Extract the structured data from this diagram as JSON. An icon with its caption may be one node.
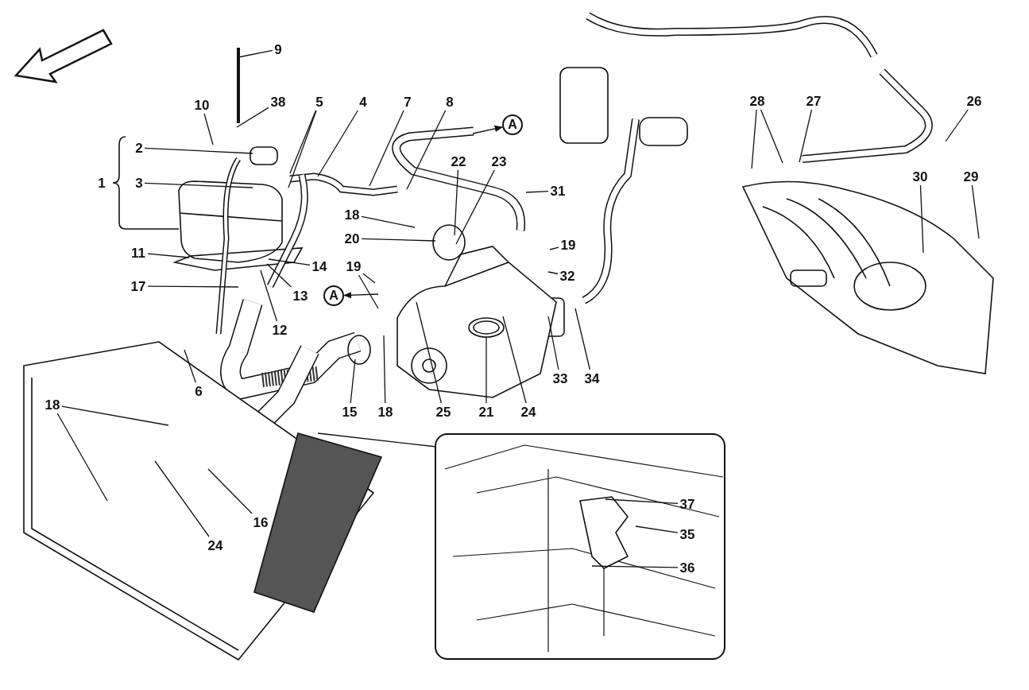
{
  "diagram": {
    "nodes": [
      {
        "text": [
          "1"
        ]
      },
      {
        "text": [
          "2"
        ]
      },
      {
        "text": [
          "3"
        ]
      },
      {
        "text": [
          "9"
        ]
      },
      {
        "text": [
          "10"
        ]
      },
      {
        "text": [
          "38"
        ]
      },
      {
        "text": [
          "5"
        ]
      },
      {
        "text": [
          "4"
        ]
      },
      {
        "text": [
          "7"
        ]
      },
      {
        "text": [
          "8"
        ]
      },
      {
        "text": [
          "A"
        ]
      },
      {
        "text": [
          "22"
        ]
      },
      {
        "text": [
          "23"
        ]
      },
      {
        "text": [
          "28"
        ]
      },
      {
        "text": [
          "27"
        ]
      },
      {
        "text": [
          "26"
        ]
      },
      {
        "text": [
          "30"
        ]
      },
      {
        "text": [
          "29"
        ]
      },
      {
        "text": [
          "18"
        ]
      },
      {
        "text": [
          "31"
        ]
      },
      {
        "text": [
          "20"
        ]
      },
      {
        "text": [
          "19"
        ]
      },
      {
        "text": [
          "11"
        ]
      },
      {
        "text": [
          "14"
        ]
      },
      {
        "text": [
          "19"
        ]
      },
      {
        "text": [
          "32"
        ]
      },
      {
        "text": [
          "17"
        ]
      },
      {
        "text": [
          "13"
        ]
      },
      {
        "text": [
          "A"
        ]
      },
      {
        "text": [
          "12"
        ]
      },
      {
        "text": [
          "33"
        ]
      },
      {
        "text": [
          "34"
        ]
      },
      {
        "text": [
          "6"
        ]
      },
      {
        "text": [
          "18"
        ]
      },
      {
        "text": [
          "15"
        ]
      },
      {
        "text": [
          "18"
        ]
      },
      {
        "text": [
          "25"
        ]
      },
      {
        "text": [
          "21"
        ]
      },
      {
        "text": [
          "24"
        ]
      },
      {
        "text": [],
        "shape": "box"
      },
      {
        "text": [
          "37"
        ],
        "in": 39
      },
      {
        "text": [
          "35"
        ],
        "in": 39
      },
      {
        "text": [
          "16"
        ]
      },
      {
        "text": [
          "24"
        ]
      },
      {
        "text": [
          "36"
        ],
        "in": 39
      }
    ],
    "edges": [
      {
        "from": 3,
        "to": null,
        "arrow": "none"
      },
      {
        "from": 4,
        "to": null,
        "arrow": "none"
      },
      {
        "from": 5,
        "to": null,
        "arrow": "none"
      },
      {
        "from": 1,
        "to": null,
        "arrow": "none"
      },
      {
        "from": 2,
        "to": null,
        "arrow": "none"
      },
      {
        "from": 6,
        "to": null,
        "arrow": "none"
      },
      {
        "from": 6,
        "to": null,
        "arrow": "none"
      },
      {
        "from": 7,
        "to": null,
        "arrow": "none"
      },
      {
        "from": 8,
        "to": null,
        "arrow": "none"
      },
      {
        "from": 9,
        "to": null,
        "arrow": "none"
      },
      {
        "from": null,
        "to": 10,
        "arrow": "to"
      },
      {
        "from": 11,
        "to": null,
        "arrow": "none"
      },
      {
        "from": 12,
        "to": null,
        "arrow": "none"
      },
      {
        "from": 13,
        "to": null,
        "arrow": "none"
      },
      {
        "from": 13,
        "to": null,
        "arrow": "none"
      },
      {
        "from": 14,
        "to": null,
        "arrow": "none"
      },
      {
        "from": 15,
        "to": null,
        "arrow": "none"
      },
      {
        "from": 16,
        "to": null,
        "arrow": "none"
      },
      {
        "from": 17,
        "to": null,
        "arrow": "none"
      },
      {
        "from": 18,
        "to": null,
        "arrow": "none"
      },
      {
        "from": 19,
        "to": null,
        "arrow": "none"
      },
      {
        "from": 20,
        "to": null,
        "arrow": "none"
      },
      {
        "from": 21,
        "to": null,
        "arrow": "none"
      },
      {
        "from": 22,
        "to": null,
        "arrow": "none"
      },
      {
        "from": 23,
        "to": null,
        "arrow": "none"
      },
      {
        "from": 24,
        "to": null,
        "arrow": "none"
      },
      {
        "from": 24,
        "to": null,
        "arrow": "none"
      },
      {
        "from": 25,
        "to": null,
        "arrow": "none"
      },
      {
        "from": 26,
        "to": null,
        "arrow": "none"
      },
      {
        "from": 27,
        "to": null,
        "arrow": "none"
      },
      {
        "from": null,
        "to": 28,
        "arrow": "to"
      },
      {
        "from": 29,
        "to": null,
        "arrow": "none"
      },
      {
        "from": 30,
        "to": null,
        "arrow": "none"
      },
      {
        "from": 31,
        "to": null,
        "arrow": "none"
      },
      {
        "from": 32,
        "to": null,
        "arrow": "none"
      },
      {
        "from": 33,
        "to": null,
        "arrow": "none"
      },
      {
        "from": 33,
        "to": null,
        "arrow": "none"
      },
      {
        "from": 34,
        "to": null,
        "arrow": "none"
      },
      {
        "from": 35,
        "to": null,
        "arrow": "none"
      },
      {
        "from": 36,
        "to": null,
        "arrow": "none"
      },
      {
        "from": 37,
        "to": null,
        "arrow": "none"
      },
      {
        "from": 38,
        "to": null,
        "arrow": "none"
      },
      {
        "from": 39,
        "to": null,
        "arrow": "none"
      },
      {
        "from": 40,
        "to": null,
        "arrow": "none"
      },
      {
        "from": 41,
        "to": null,
        "arrow": "none"
      },
      {
        "from": 42,
        "to": null,
        "arrow": "none"
      },
      {
        "from": 43,
        "to": null,
        "arrow": "none"
      },
      {
        "from": 44,
        "to": null,
        "arrow": "none"
      }
    ]
  }
}
